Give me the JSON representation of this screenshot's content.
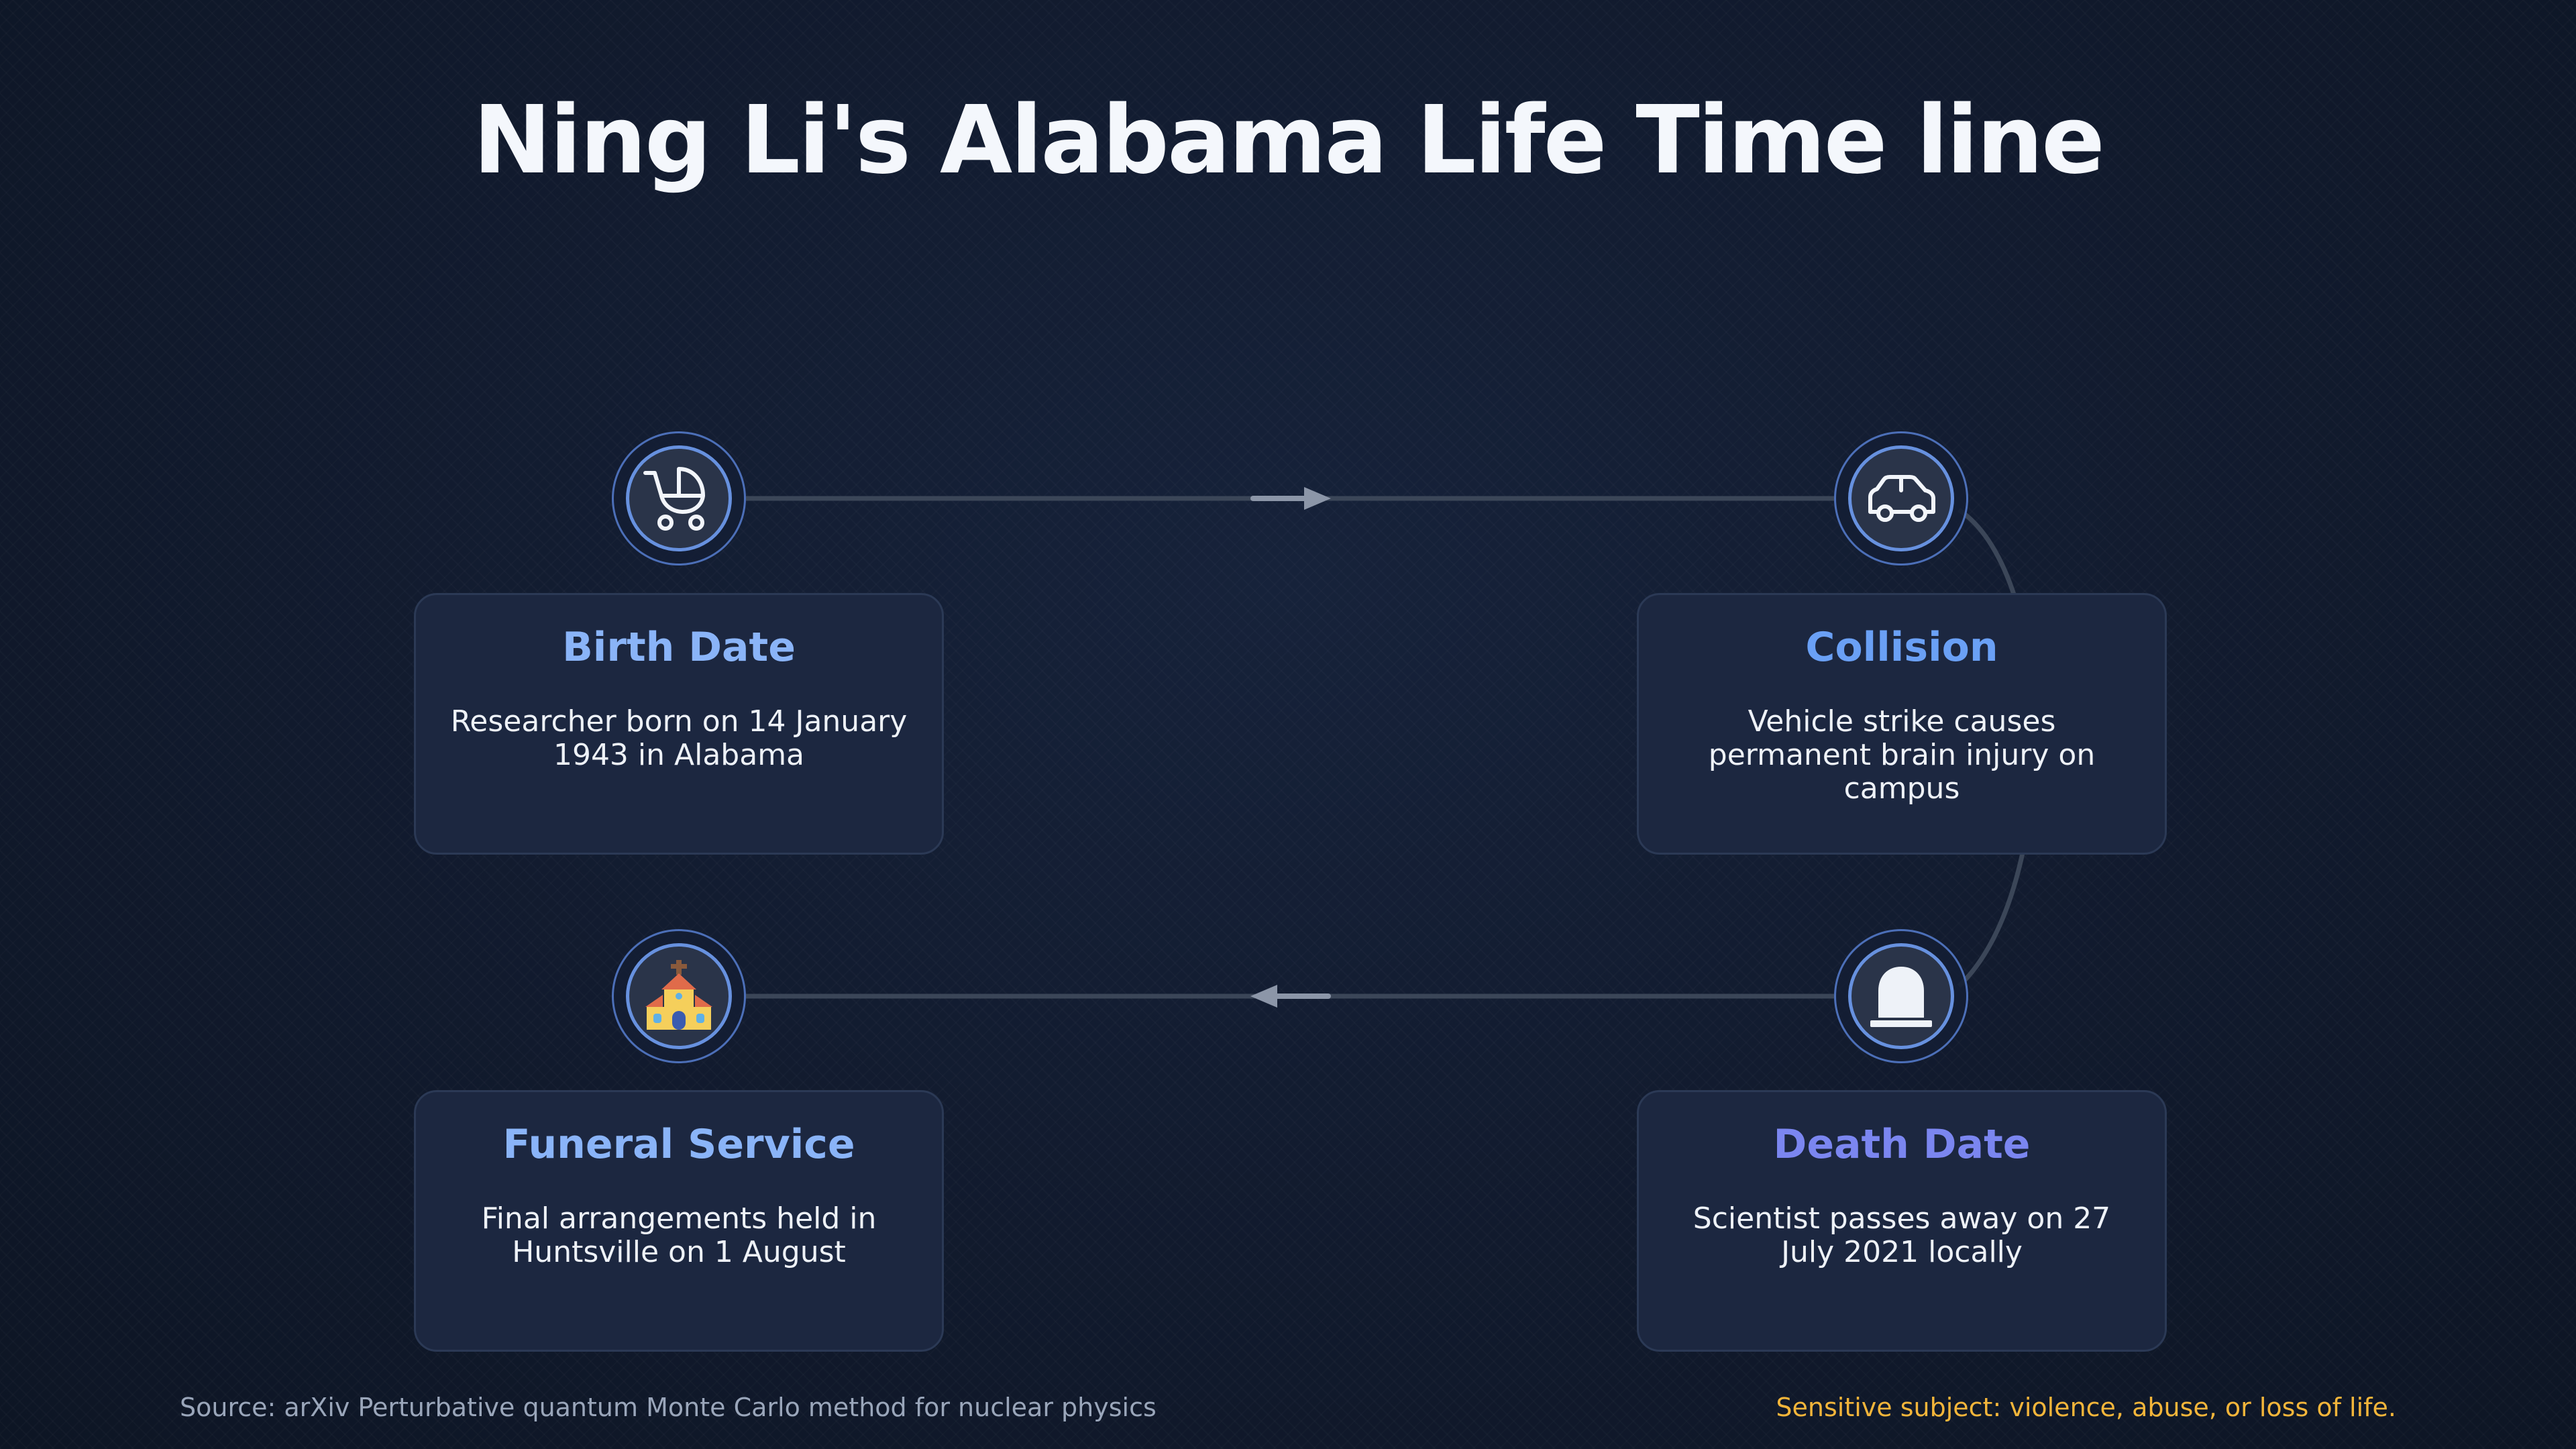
{
  "title": "Ning Li's Alabama Life Time line",
  "events": [
    {
      "title": "Birth Date",
      "text": "Researcher born on 14 January 1943 in Alabama",
      "icon": "baby-carriage-icon",
      "color": "#8ab4f8"
    },
    {
      "title": "Collision",
      "text": "Vehicle strike causes permanent brain injury on campus",
      "icon": "car-icon",
      "color": "#6aa0f5"
    },
    {
      "title": "Death Date",
      "text": "Scientist passes away on 27 July 2021 locally",
      "icon": "headstone-icon",
      "color": "#7b86f0"
    },
    {
      "title": "Funeral Service",
      "text": "Final arrangements held in Huntsville on 1 August",
      "icon": "church-icon",
      "color": "#8ab4f8"
    }
  ],
  "footer": {
    "source": "Source: arXiv Perturbative quantum Monte Carlo method for nuclear physics",
    "warning": "Sensitive subject: violence, abuse, or loss of life."
  },
  "colors": {
    "background": "#111a2d",
    "card": "#1c2740",
    "connector": "#3b4658",
    "arrow": "#8c96a8",
    "warning": "#f3b53a"
  }
}
